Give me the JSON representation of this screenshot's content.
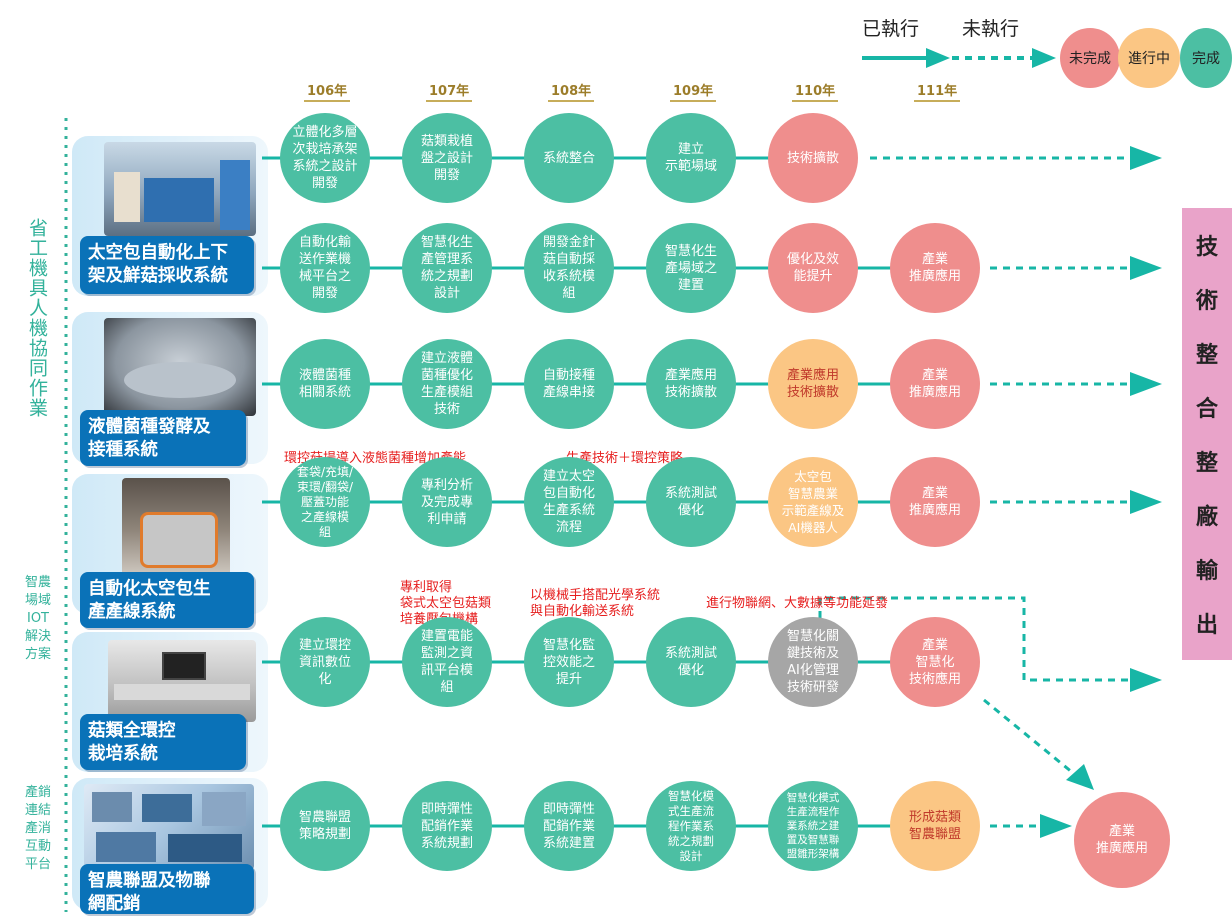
{
  "legend": {
    "executed": "已執行",
    "not_executed": "未執行",
    "status": [
      {
        "label": "未完成",
        "color": "#ef8e8d"
      },
      {
        "label": "進行中",
        "color": "#fbc684"
      },
      {
        "label": "完成",
        "color": "#4cbfa3"
      }
    ]
  },
  "years": [
    "106年",
    "107年",
    "108年",
    "109年",
    "110年",
    "111年"
  ],
  "side_labels": {
    "main": "省工機具人機協同作業",
    "iot": "智農\n場域\nIOT\n解決\n方案",
    "market": "產銷\n連結\n產消\n互動\n平台"
  },
  "output_label": [
    "技",
    "術",
    "整",
    "合",
    "整",
    "廠",
    "輸",
    "出"
  ],
  "rows": [
    {
      "title": "太空包自動化上下\n架及鮮菇採收系統",
      "nodes": [
        {
          "text": "立體化多層\n次栽培承架\n系統之設計\n開發",
          "status": "green"
        },
        {
          "text": "菇類栽植\n盤之設計\n開發",
          "status": "green"
        },
        {
          "text": "系統整合",
          "status": "green"
        },
        {
          "text": "建立\n示範場域",
          "status": "green"
        },
        {
          "text": "技術擴散",
          "status": "red"
        }
      ]
    },
    {
      "title": "",
      "nodes": [
        {
          "text": "自動化輸\n送作業機\n械平台之\n開發",
          "status": "green"
        },
        {
          "text": "智慧化生\n產管理系\n統之規劃\n設計",
          "status": "green"
        },
        {
          "text": "開發金針\n菇自動採\n收系統模\n組",
          "status": "green"
        },
        {
          "text": "智慧化生\n產場域之\n建置",
          "status": "green"
        },
        {
          "text": "優化及效\n能提升",
          "status": "red"
        },
        {
          "text": "產業\n推廣應用",
          "status": "red"
        }
      ]
    },
    {
      "title": "液體菌種發酵及\n接種系統",
      "nodes": [
        {
          "text": "液體菌種\n相關系統",
          "status": "green"
        },
        {
          "text": "建立液體\n菌種優化\n生產模組\n技術",
          "status": "green"
        },
        {
          "text": "自動接種\n產線串接",
          "status": "green"
        },
        {
          "text": "產業應用\n技術擴散",
          "status": "green"
        },
        {
          "text": "產業應用\n技術擴散",
          "status": "yellow"
        },
        {
          "text": "產業\n推廣應用",
          "status": "red"
        }
      ]
    },
    {
      "title": "自動化太空包生\n產產線系統",
      "nodes": [
        {
          "text": "套袋/充填/\n束環/翻袋/\n壓蓋功能\n之產線模\n組",
          "status": "green"
        },
        {
          "text": "專利分析\n及完成專\n利申請",
          "status": "green"
        },
        {
          "text": "建立太空\n包自動化\n生產系統\n流程",
          "status": "green"
        },
        {
          "text": "系統測試\n優化",
          "status": "green"
        },
        {
          "text": "太空包\n智慧農業\n示範產線及\nAI機器人",
          "status": "yellow"
        },
        {
          "text": "產業\n推廣應用",
          "status": "red"
        }
      ]
    },
    {
      "title": "菇類全環控\n栽培系統",
      "nodes": [
        {
          "text": "建立環控\n資訊數位\n化",
          "status": "green"
        },
        {
          "text": "建置電能\n監測之資\n訊平台模\n組",
          "status": "green"
        },
        {
          "text": "智慧化監\n控效能之\n提升",
          "status": "green"
        },
        {
          "text": "系統測試\n優化",
          "status": "green"
        },
        {
          "text": "智慧化關\n鍵技術及\nAI化管理\n技術研發",
          "status": "gray"
        },
        {
          "text": "產業\n智慧化\n技術應用",
          "status": "red"
        }
      ]
    },
    {
      "title": "智農聯盟及物聯\n網配銷",
      "nodes": [
        {
          "text": "智農聯盟\n策略規劃",
          "status": "green"
        },
        {
          "text": "即時彈性\n配銷作業\n系統規劃",
          "status": "green"
        },
        {
          "text": "即時彈性\n配銷作業\n系統建置",
          "status": "green"
        },
        {
          "text": "智慧化模\n式生產流\n程作業系\n統之規劃\n設計",
          "status": "green"
        },
        {
          "text": "智慧化模式\n生產流程作\n業系統之建\n置及智慧聯\n盟雛形架構",
          "status": "green"
        },
        {
          "text": "形成菇類\n智農聯盟",
          "status": "yellow"
        }
      ]
    }
  ],
  "final_node": {
    "text": "產業\n推廣應用",
    "status": "red"
  },
  "notes": [
    "環控菇場導入液態菌種增加產能",
    "生產技術＋環控策略",
    "專利取得\n袋式太空包菇類\n培養壓包機構",
    "以機械手搭配光學系統\n與自動化輸送系統",
    "進行物聯網、大數據等功能延發"
  ],
  "colors": {
    "green": "#4cbfa3",
    "red": "#ef8e8d",
    "yellow": "#fbc684",
    "gray": "#a6a6a6",
    "arrow": "#17b6a6",
    "title": "#0a72b8",
    "output": "#e9a3c9"
  }
}
